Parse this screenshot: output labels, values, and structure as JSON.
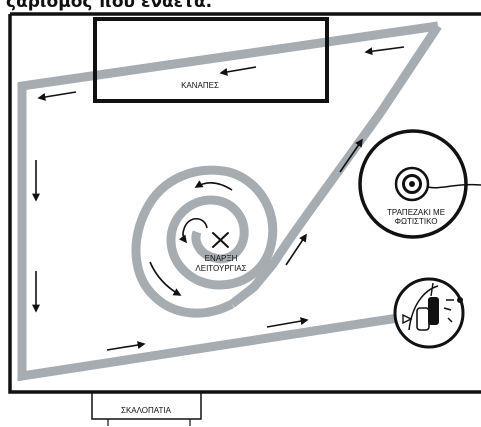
{
  "heading": "ςαριόμος που ενάετα.",
  "labels": {
    "sofa": "ΚΑΝΑΠΕΣ",
    "table_line1": "ΤΡΑΠΕΖΑΚΙ ΜΕ",
    "table_line2": "ΦΩΤΙΣΤΙΚΟ",
    "start_line1": "ΕΝΑΡΞΗ",
    "start_line2": "ΛΕΙΤΟΥΡΓΙΑΣ",
    "stairs": "ΣΚΑΛΟΠΑΤΙΑ"
  },
  "colors": {
    "path": "#a7acb1",
    "outline": "#111111",
    "background": "#ffffff"
  },
  "icons": [
    "start-x-icon",
    "lamp-icon",
    "robot-dock-icon",
    "direction-arrow-icon"
  ]
}
